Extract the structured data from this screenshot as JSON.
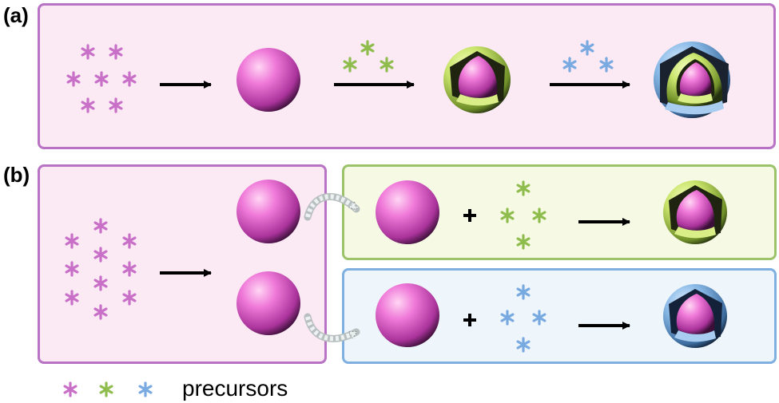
{
  "panels": {
    "a_label": "(a)",
    "b_label": "(b)"
  },
  "legend": {
    "text": "precursors"
  },
  "colors": {
    "magenta": "#c86fc7",
    "green": "#8fbd4d",
    "blue": "#78a9e0",
    "panel_a_fill": "#fbe9f4",
    "panel_a_border": "#b973c4",
    "green_box_fill": "#f6f9e4",
    "green_box_border": "#9cc26a",
    "blue_box_fill": "#eef5fb",
    "blue_box_border": "#7fb0e0"
  }
}
